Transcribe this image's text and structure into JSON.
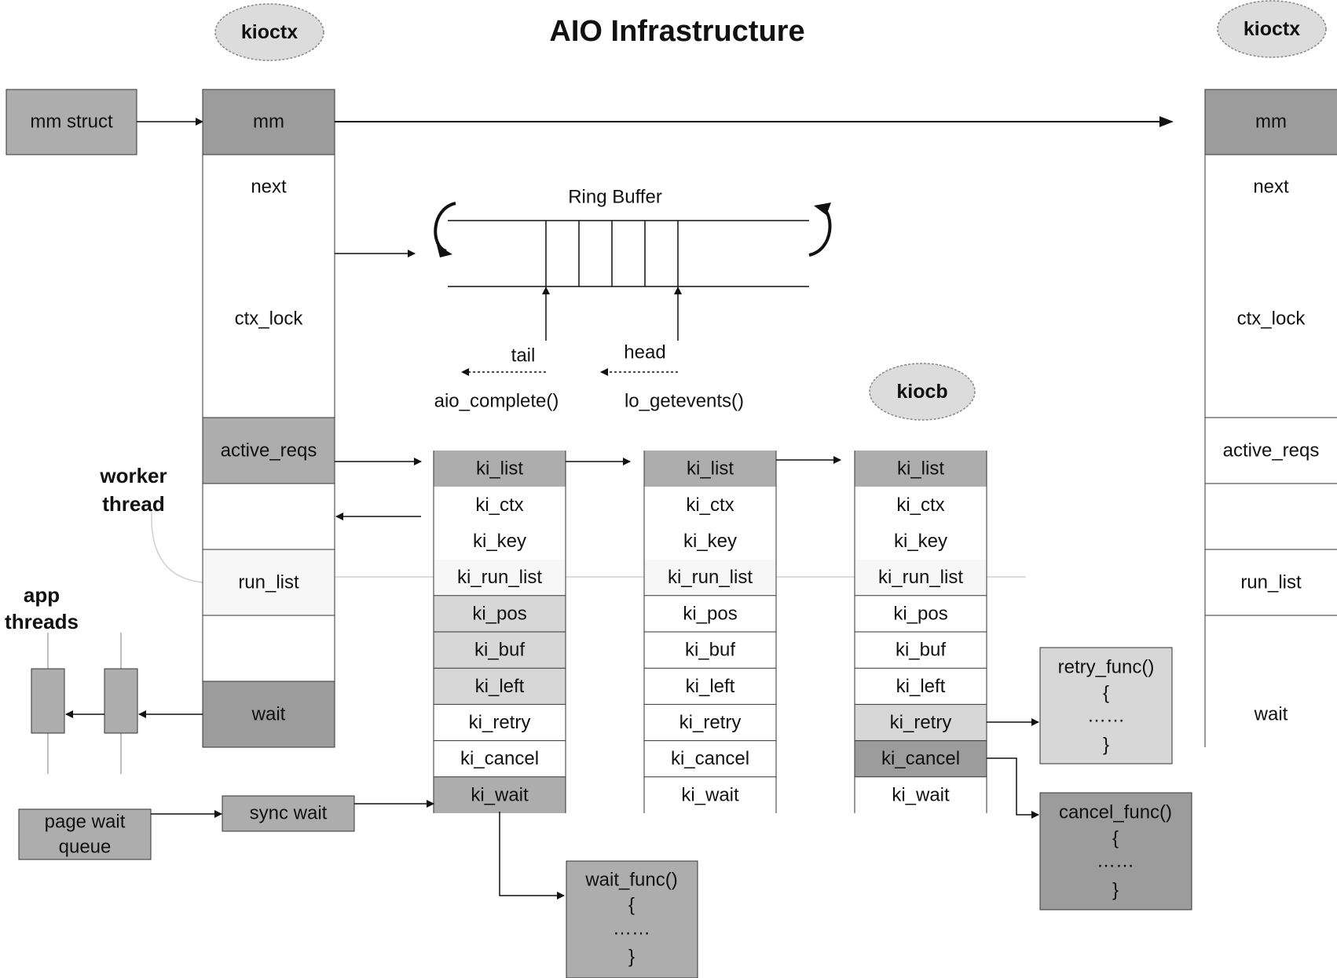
{
  "title": "AIO Infrastructure",
  "colors": {
    "dark": "#9c9c9c",
    "mid": "#adadad",
    "light": "#d7d7d7",
    "pale": "#f7f7f7",
    "white": "#ffffff",
    "ellipse": "#dcdcdc",
    "line": "#111111"
  },
  "ellipses": {
    "kioctx_left": "kioctx",
    "kioctx_right": "kioctx",
    "kiocb": "kiocb"
  },
  "mm_struct": "mm struct",
  "kioctx_fields": [
    "mm",
    "next",
    "ctx_lock",
    "active_reqs",
    "",
    "run_list",
    "",
    "wait"
  ],
  "ring": {
    "label": "Ring Buffer",
    "tail": "tail",
    "head": "head",
    "aio_complete": "aio_complete()",
    "io_getevents": "lo_getevents()"
  },
  "kiocb_fields": [
    "ki_list",
    "ki_ctx",
    "ki_key",
    "ki_run_list",
    "ki_pos",
    "ki_buf",
    "ki_left",
    "ki_retry",
    "ki_cancel",
    "ki_wait"
  ],
  "worker_thread": [
    "worker",
    "thread"
  ],
  "app_threads": [
    "app",
    "threads"
  ],
  "page_wait_queue": [
    "page wait",
    "queue"
  ],
  "sync_wait": "sync wait",
  "funcs": {
    "wait": [
      "wait_func()",
      "{",
      "……",
      "}"
    ],
    "retry": [
      "retry_func()",
      "{",
      "……",
      "}"
    ],
    "cancel": [
      "cancel_func()",
      "{",
      "……",
      "}"
    ]
  }
}
